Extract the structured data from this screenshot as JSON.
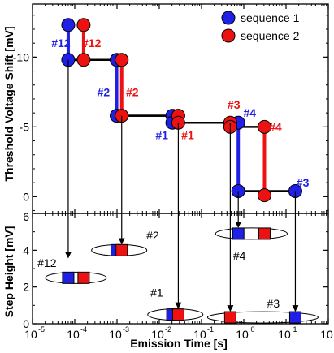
{
  "chart_data": [
    {
      "type": "line",
      "panel": "top",
      "xlabel": "",
      "ylabel": "Threshold Voltage Shift [mV]",
      "x_scale": "log",
      "xlim": [
        1e-05,
        100
      ],
      "ylim": [
        1.2,
        -13.8
      ],
      "y_ticks": [
        0,
        -5,
        -10
      ],
      "y_tick_labels": [
        "0",
        "-5",
        "-10"
      ],
      "legend": {
        "placement": "top-right",
        "entries": [
          "sequence 1",
          "sequence 2"
        ]
      },
      "series": [
        {
          "name": "sequence 1",
          "color": "#1f1fe6",
          "points": [
            {
              "x": 7e-05,
              "y": -12.3
            },
            {
              "x": 7e-05,
              "y": -9.8
            },
            {
              "x": 0.00098,
              "y": -9.8
            },
            {
              "x": 0.00098,
              "y": -5.8
            },
            {
              "x": 0.0204,
              "y": -5.8
            },
            {
              "x": 0.0204,
              "y": -5.3
            },
            {
              "x": 0.74,
              "y": -5.3
            },
            {
              "x": 0.74,
              "y": -0.4
            },
            {
              "x": 16.6,
              "y": -0.4
            }
          ]
        },
        {
          "name": "sequence 2",
          "color": "#ee1111",
          "points": [
            {
              "x": 0.000162,
              "y": -12.3
            },
            {
              "x": 0.000162,
              "y": -9.8
            },
            {
              "x": 0.00129,
              "y": -9.8
            },
            {
              "x": 0.00129,
              "y": -5.8
            },
            {
              "x": 0.0282,
              "y": -5.8
            },
            {
              "x": 0.0282,
              "y": -5.3
            },
            {
              "x": 0.479,
              "y": -5.3
            },
            {
              "x": 0.479,
              "y": -5.0
            },
            {
              "x": 3.09,
              "y": -5.0
            },
            {
              "x": 3.09,
              "y": -0.1
            }
          ]
        }
      ],
      "annotations": [
        {
          "text": "#12",
          "color": "#1f1fe6",
          "x": 4.7e-05,
          "y": -11.0
        },
        {
          "text": "#12",
          "color": "#ee1111",
          "x": 0.00025,
          "y": -11.0
        },
        {
          "text": "#2",
          "color": "#1f1fe6",
          "x": 0.00048,
          "y": -7.5
        },
        {
          "text": "#2",
          "color": "#ee1111",
          "x": 0.0023,
          "y": -7.5
        },
        {
          "text": "#1",
          "color": "#1f1fe6",
          "x": 0.0115,
          "y": -4.4
        },
        {
          "text": "#1",
          "color": "#ee1111",
          "x": 0.047,
          "y": -4.4
        },
        {
          "text": "#3",
          "color": "#ee1111",
          "x": 0.58,
          "y": -6.6
        },
        {
          "text": "#4",
          "color": "#1f1fe6",
          "x": 1.38,
          "y": -6.0
        },
        {
          "text": "#4",
          "color": "#ee1111",
          "x": 5.6,
          "y": -5.0
        },
        {
          "text": "#3",
          "color": "#1f1fe6",
          "x": 25,
          "y": -1.0
        }
      ]
    },
    {
      "type": "scatter",
      "panel": "bottom",
      "xlabel": "Emission Time [s]",
      "ylabel": "Step Height [mV]",
      "x_scale": "log",
      "xlim": [
        1e-05,
        100
      ],
      "ylim": [
        0,
        6
      ],
      "y_ticks": [
        0,
        2,
        4,
        6
      ],
      "y_tick_labels": [
        "0",
        "2",
        "4",
        "6"
      ],
      "x_tick_labels": [
        "10",
        "10",
        "10",
        "10",
        "10",
        "10",
        "10",
        "10"
      ],
      "x_tick_exponents": [
        "-5",
        "-4",
        "-3",
        "-2",
        "-1",
        "0",
        "1",
        "2"
      ],
      "defects": [
        {
          "label": "#12",
          "blue_x": 7e-05,
          "red_x": 0.000162,
          "height": 2.5
        },
        {
          "label": "#2",
          "blue_x": 0.00098,
          "red_x": 0.00129,
          "height": 4.0
        },
        {
          "label": "#1",
          "blue_x": 0.0204,
          "red_x": 0.0282,
          "height": 0.5
        },
        {
          "label": "#4",
          "blue_x": 0.74,
          "red_x": 3.09,
          "height": 4.9
        },
        {
          "label": "#3",
          "blue_x": 16.6,
          "red_x": 0.479,
          "height": 0.35
        }
      ],
      "annotations": [
        {
          "text": "#12",
          "x": 2.2e-05,
          "y": 3.3
        },
        {
          "text": "#2",
          "x": 0.007,
          "y": 4.8
        },
        {
          "text": "#1",
          "x": 0.0087,
          "y": 1.7
        },
        {
          "text": "#4",
          "x": 0.79,
          "y": 3.7
        },
        {
          "text": "#3",
          "x": 5.0,
          "y": 1.1
        }
      ]
    }
  ]
}
